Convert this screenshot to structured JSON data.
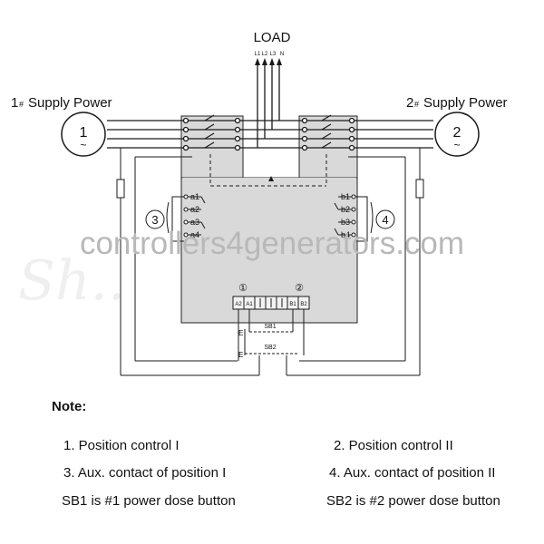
{
  "diagram": {
    "load_label": "LOAD",
    "load_phases": [
      "L1",
      "L2",
      "L3",
      "N"
    ],
    "supply1": {
      "title_num": "1",
      "title_sym": "#",
      "title_text": "Supply Power",
      "generator_label": "1",
      "generator_symbol": "~"
    },
    "supply2": {
      "title_num": "2",
      "title_sym": "#",
      "title_text": "Supply Power",
      "generator_label": "2",
      "generator_symbol": "~"
    },
    "aux_left": [
      "a1",
      "a2",
      "a3",
      "a4"
    ],
    "aux_right": [
      "b1",
      "b2",
      "b3",
      "b4"
    ],
    "group_left_label": "3",
    "group_right_label": "4",
    "terminal_marker_left": "①",
    "terminal_marker_right": "②",
    "terminals": [
      "A2",
      "A1",
      "",
      "",
      "",
      "B1",
      "B2"
    ],
    "button1": {
      "label": "SB1",
      "mark": "E"
    },
    "button2": {
      "label": "SB2",
      "mark": "E"
    },
    "watermark": "controllers4generators.com",
    "colors": {
      "panel": "#d9d9d9",
      "line": "#1a1a1a",
      "watermark": "#b8b8b8"
    }
  },
  "notes": {
    "title": "Note:",
    "items": [
      "1. Position control I",
      "2. Position control II",
      "3. Aux. contact of position I",
      "4. Aux. contact of position II",
      "SB1 is #1 power dose button",
      "SB2 is #2 power dose button"
    ]
  }
}
